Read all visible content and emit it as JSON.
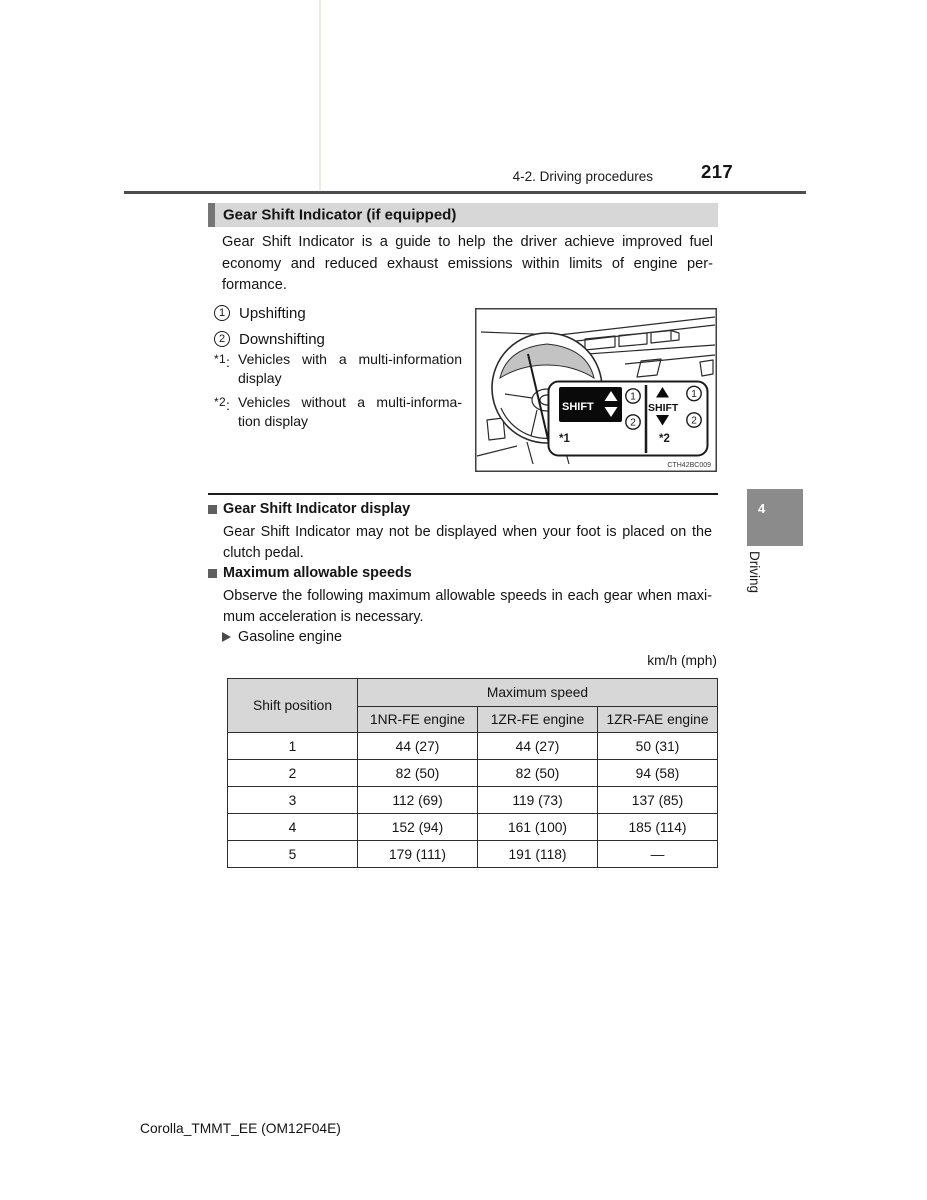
{
  "colors": {
    "header_bar": "#d7d7d7",
    "title_accent": "#757575",
    "side_tab": "#8b8b8b",
    "rule": "#4d4d4d"
  },
  "header": {
    "breadcrumb": "4-2. Driving procedures",
    "page_number": "217"
  },
  "title": "Gear Shift Indicator (if equipped)",
  "intro": {
    "l1": "Gear Shift Indicator is a guide to help the driver achieve improved fuel",
    "l2": "economy and reduced exhaust emissions within limits of engine per-",
    "l3": "formance."
  },
  "legend": {
    "n1": "1",
    "label1": "Upshifting",
    "n2": "2",
    "label2": "Downshifting"
  },
  "footnotes": {
    "m1": "*1",
    "sep": ":",
    "f1l1": "Vehicles with a multi-information",
    "f1l2": "display",
    "m2": "*2",
    "f2l1": "Vehicles without a multi-informa-",
    "f2l2": "tion display"
  },
  "figure": {
    "shift": "SHIFT",
    "star1": "*1",
    "star2": "*2",
    "n1": "1",
    "n2": "2",
    "code": "CTH42BC009"
  },
  "sections": {
    "s1_title": "Gear Shift Indicator display",
    "s1l1": "Gear Shift Indicator may not be displayed when your foot is placed on the",
    "s1l2": "clutch pedal.",
    "s2_title": "Maximum allowable speeds",
    "s2l1": "Observe the following maximum allowable speeds in each gear when maxi-",
    "s2l2": "mum acceleration is necessary.",
    "engine_type": "Gasoline engine",
    "unit": "km/h (mph)"
  },
  "table": {
    "col_shift": "Shift position",
    "col_group": "Maximum speed",
    "engines": [
      "1NR-FE engine",
      "1ZR-FE engine",
      "1ZR-FAE engine"
    ],
    "rows": [
      {
        "pos": "1",
        "a": "44 (27)",
        "b": "44 (27)",
        "c": "50 (31)"
      },
      {
        "pos": "2",
        "a": "82 (50)",
        "b": "82 (50)",
        "c": "94 (58)"
      },
      {
        "pos": "3",
        "a": "112 (69)",
        "b": "119 (73)",
        "c": "137 (85)"
      },
      {
        "pos": "4",
        "a": "152 (94)",
        "b": "161 (100)",
        "c": "185 (114)"
      },
      {
        "pos": "5",
        "a": "179 (111)",
        "b": "191 (118)",
        "c": "—"
      }
    ]
  },
  "sidebar": {
    "tab_number": "4",
    "tab_label": "Driving"
  },
  "footer": {
    "text": "Corolla_TMMT_EE (OM12F04E)"
  }
}
